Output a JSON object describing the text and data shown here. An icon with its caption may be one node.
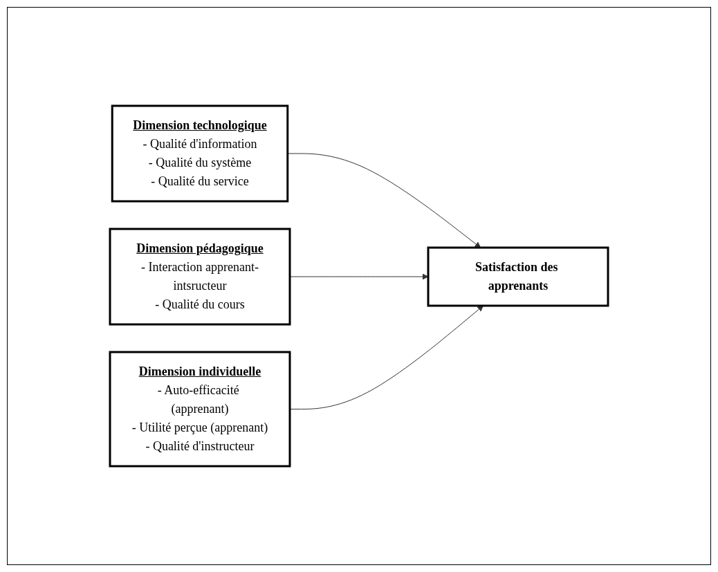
{
  "diagram": {
    "nodes": [
      {
        "text": [
          "Dimension technologique",
          "- Qualité d'information",
          "- Qualité du système",
          "- Qualité du service"
        ]
      },
      {
        "text": [
          "Dimension pédagogique",
          "- Interaction apprenant-intsructeur",
          "- Qualité du cours"
        ]
      },
      {
        "text": [
          "Dimension individuelle",
          "- Auto-efficacité (apprenant)",
          "- Utilité perçue (apprenant)",
          "- Qualité d'instructeur"
        ]
      },
      {
        "text": [
          "Satisfaction des apprenants"
        ]
      }
    ],
    "edges": [
      {
        "from": 0,
        "to": 3,
        "arrow": "to"
      },
      {
        "from": 1,
        "to": 3,
        "arrow": "to"
      },
      {
        "from": 2,
        "to": 3,
        "arrow": "to"
      }
    ]
  }
}
